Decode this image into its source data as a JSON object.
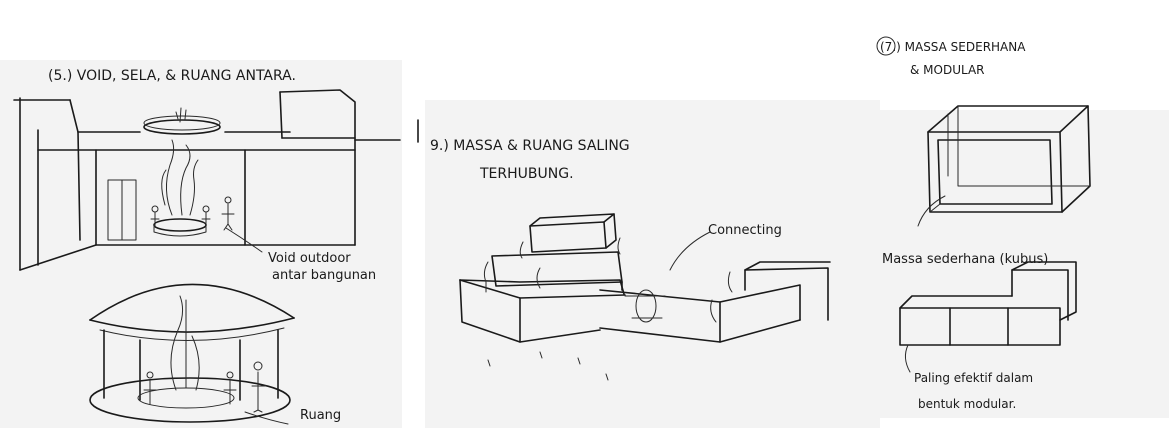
{
  "sketch_5": {
    "title": "(5.) VOID, SELA, & RUANG ANTARA.",
    "annotation_line1": "Void outdoor",
    "annotation_line2": "antar bangunan",
    "annotation_bottom": "Ruang"
  },
  "sketch_9": {
    "title_line1": "9.) MASSA & RUANG SALING",
    "title_line2": "TERHUBUNG.",
    "annotation": "Connecting"
  },
  "sketch_7": {
    "title_line1": "(7.) MASSA SEDERHANA",
    "title_line2": "& MODULAR",
    "annotation_cube": "Massa sederhana (kubus)",
    "annotation_line1": "Paling efektif dalam",
    "annotation_line2": "bentuk modular."
  }
}
